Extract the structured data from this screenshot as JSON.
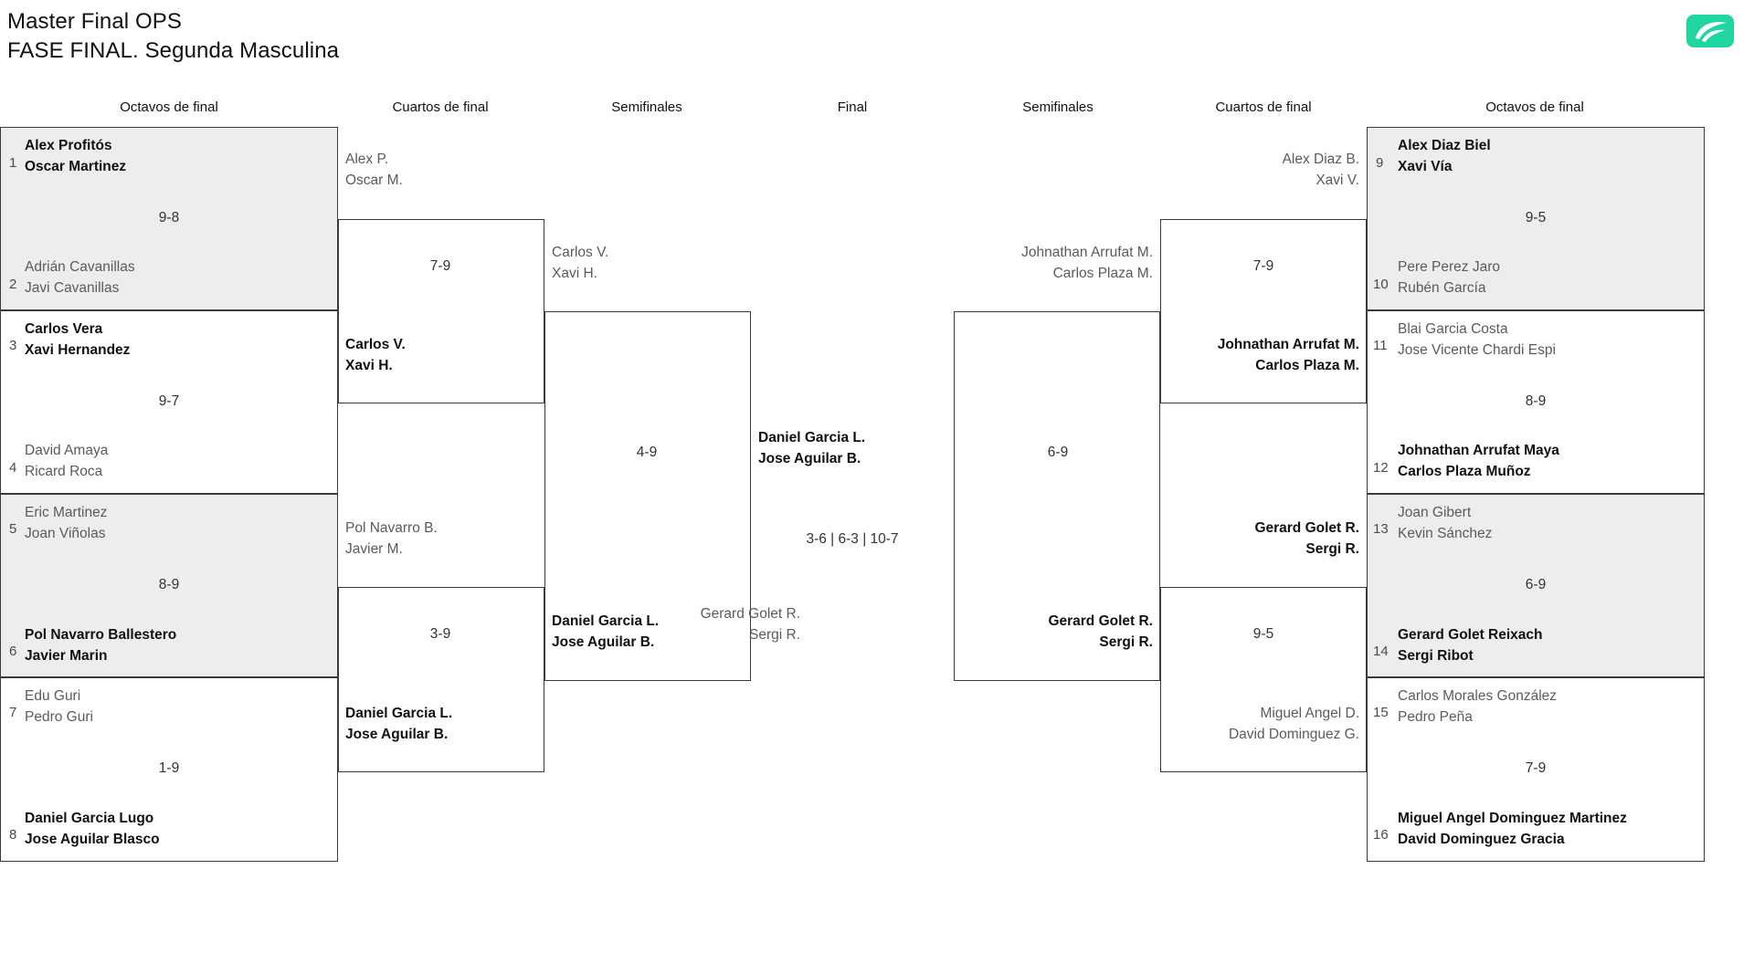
{
  "header": {
    "title_line1": "Master Final OPS",
    "title_line2": "FASE FINAL. Segunda Masculina",
    "logo_name": "tournament-logo"
  },
  "round_headers": {
    "left_octavos": "Octavos de final",
    "left_cuartos": "Cuartos de final",
    "left_semis": "Semifinales",
    "final": "Final",
    "right_semis": "Semifinales",
    "right_cuartos": "Cuartos de final",
    "right_octavos": "Octavos de final"
  },
  "bracket": {
    "left_octavos": [
      {
        "seed": "1",
        "p1": "Alex Profitós",
        "p2": "Oscar Martinez",
        "winner": true,
        "opp_seed": "2",
        "opp_p1": "Adrián Cavanillas",
        "opp_p2": "Javi Cavanillas",
        "opp_winner": false,
        "score": "9-8"
      },
      {
        "seed": "3",
        "p1": "Carlos Vera",
        "p2": "Xavi Hernandez",
        "winner": true,
        "opp_seed": "4",
        "opp_p1": "David Amaya",
        "opp_p2": "Ricard Roca",
        "opp_winner": false,
        "score": "9-7"
      },
      {
        "seed": "5",
        "p1": "Eric Martinez",
        "p2": "Joan Viñolas",
        "winner": false,
        "opp_seed": "6",
        "opp_p1": "Pol Navarro Ballestero",
        "opp_p2": "Javier Marin",
        "opp_winner": true,
        "score": "8-9"
      },
      {
        "seed": "7",
        "p1": "Edu Guri",
        "p2": "Pedro Guri",
        "winner": false,
        "opp_seed": "8",
        "opp_p1": "Daniel Garcia Lugo",
        "opp_p2": "Jose Aguilar Blasco",
        "opp_winner": true,
        "score": "1-9"
      }
    ],
    "left_cuartos": [
      {
        "top_p1": "Alex P.",
        "top_p2": "Oscar M.",
        "top_winner": false,
        "bot_p1": "Carlos V.",
        "bot_p2": "Xavi H.",
        "bot_winner": true,
        "score": "7-9"
      },
      {
        "top_p1": "Pol Navarro B.",
        "top_p2": "Javier M.",
        "top_winner": false,
        "bot_p1": "Daniel Garcia L.",
        "bot_p2": "Jose Aguilar B.",
        "bot_winner": true,
        "score": "3-9"
      }
    ],
    "left_semis": [
      {
        "top_p1": "Carlos V.",
        "top_p2": "Xavi H.",
        "top_winner": false,
        "bot_p1": "Daniel Garcia L.",
        "bot_p2": "Jose Aguilar B.",
        "bot_winner": true,
        "score": "4-9"
      }
    ],
    "final": {
      "champion_p1": "Daniel Garcia L.",
      "champion_p2": "Jose Aguilar B.",
      "runnerup_p1": "Gerard Golet R.",
      "runnerup_p2": "Sergi R.",
      "score": "3-6 | 6-3 | 10-7"
    },
    "right_semis": [
      {
        "top_p1": "Johnathan Arrufat M.",
        "top_p2": "Carlos Plaza M.",
        "top_winner": false,
        "bot_p1": "Gerard Golet R.",
        "bot_p2": "Sergi R.",
        "bot_winner": true,
        "score": "6-9"
      }
    ],
    "right_cuartos": [
      {
        "top_p1": "Alex Diaz B.",
        "top_p2": "Xavi V.",
        "top_winner": false,
        "bot_p1": "Johnathan Arrufat M.",
        "bot_p2": "Carlos Plaza M.",
        "bot_winner": true,
        "score": "7-9"
      },
      {
        "top_p1": "Gerard Golet R.",
        "top_p2": "Sergi R.",
        "top_winner": true,
        "bot_p1": "Miguel Angel D.",
        "bot_p2": "David Dominguez G.",
        "bot_winner": false,
        "score": "9-5"
      }
    ],
    "right_octavos": [
      {
        "seed": "9",
        "p1": "Alex Diaz Biel",
        "p2": "Xavi Vía",
        "winner": true,
        "opp_seed": "10",
        "opp_p1": "Pere Perez Jaro",
        "opp_p2": "Rubén García",
        "opp_winner": false,
        "score": "9-5"
      },
      {
        "seed": "11",
        "p1": "Blai Garcia Costa",
        "p2": "Jose Vicente Chardi Espi",
        "winner": false,
        "opp_seed": "12",
        "opp_p1": "Johnathan Arrufat Maya",
        "opp_p2": "Carlos Plaza Muñoz",
        "opp_winner": true,
        "score": "8-9"
      },
      {
        "seed": "13",
        "p1": "Joan Gibert",
        "p2": "Kevin Sánchez",
        "winner": false,
        "opp_seed": "14",
        "opp_p1": "Gerard Golet Reixach",
        "opp_p2": "Sergi Ribot",
        "opp_winner": true,
        "score": "6-9"
      },
      {
        "seed": "15",
        "p1": "Carlos Morales González",
        "p2": "Pedro Peña",
        "winner": false,
        "opp_seed": "16",
        "opp_p1": "Miguel Angel Dominguez Martinez",
        "opp_p2": "David Dominguez Gracia",
        "opp_winner": true,
        "score": "7-9"
      }
    ]
  }
}
